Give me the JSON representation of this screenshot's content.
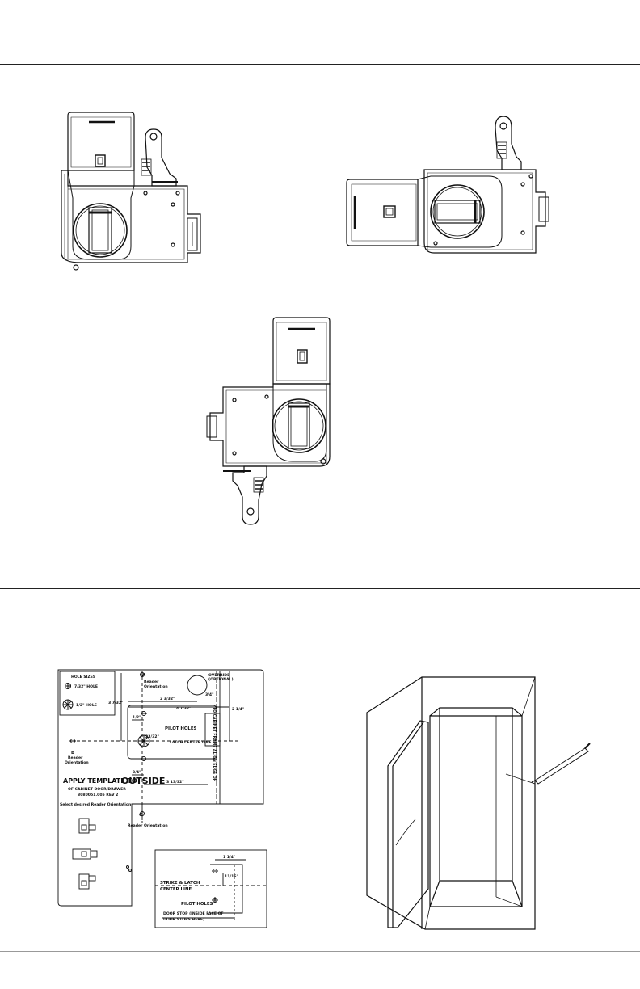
{
  "template": {
    "hole_sizes_title": "HOLE SIZES",
    "hole_7_32": "7/32\" HOLE",
    "hole_1_2": "1/2\" HOLE",
    "label_a": "A",
    "label_b": "B",
    "label_c": "C",
    "reader_orientation": "Reader",
    "orientation_word": "Orientation",
    "override_line1": "OVERRIDE",
    "override_line2": "(OPTIONAL)",
    "dim_3_4": "3/4\"",
    "dim_2_3_32": "2 3/32\"",
    "dim_4_7_32": "4 7/32\"",
    "dim_3_7_32": "3 7/32\"",
    "dim_2_1_4": "2 1/4\"",
    "dim_1_2": "1/2\"",
    "dim_23_32": "23/32\"",
    "dim_3_4b": "3/4\"",
    "dim_3_13_32": "3 13/32\"",
    "pilot_holes": "PILOT HOLES",
    "latch_center_line": "LATCH CENTER LINE",
    "apply_prefix": "APPLY TEMPLATE TO",
    "apply_outside": "OUTSIDE",
    "cabinet_line": "OF CABINET DOOR/DRAWER",
    "part_number": "3080051.005 REV 2",
    "select_orientation": "Select desired Reader Orientation",
    "vertical_note": "TO CABINET FRAME ALIGN EDGE OF",
    "strike_note": "STRIKE & LATCH",
    "center_line": "CENTER LINE",
    "dim_1_1_4": "1 1/4\"",
    "dim_11_16": "11/16\"",
    "pilot_holes2": "PILOT HOLES",
    "door_stop1": "DOOR STOP (INSIDE FACE OF",
    "door_stop2": "DOOR STOPS HERE)"
  },
  "icons": {
    "lock_top_left": "lock-orientation-a-icon",
    "lock_top_right": "lock-orientation-b-icon",
    "lock_middle": "lock-orientation-c-icon",
    "cabinet": "cabinet-with-pencil-icon"
  },
  "colors": {
    "line": "#111111",
    "rule": "#222222"
  }
}
